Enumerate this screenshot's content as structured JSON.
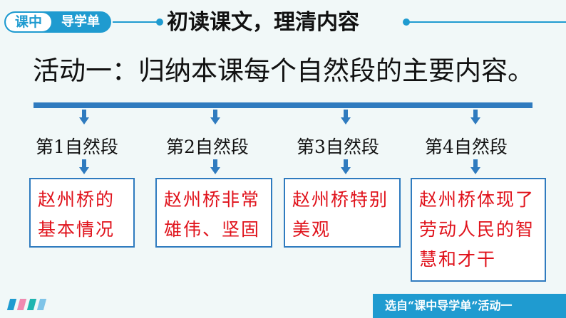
{
  "header": {
    "badge_left": "课中",
    "badge_right": "导学单",
    "title": "初读课文，理清内容"
  },
  "activity": "活动一：归纳本课每个自然段的主要内容。",
  "paragraphs": [
    {
      "label": "第1自然段",
      "line1": "赵州桥的",
      "line2": "基本情况"
    },
    {
      "label": "第2自然段",
      "line1": "赵州桥非常",
      "line2": "雄伟、坚固"
    },
    {
      "label": "第3自然段",
      "line1": "赵州桥特别",
      "line2": "美观"
    },
    {
      "label": "第4自然段",
      "line1": "赵州桥体现了",
      "line2": "劳动人民的智",
      "line3": "慧和才干"
    }
  ],
  "footer": "选自“课中导学单”活动一",
  "colors": {
    "accent": "#1f9bd0",
    "bar": "#2f7bbf",
    "answer_text": "#e0121b"
  }
}
